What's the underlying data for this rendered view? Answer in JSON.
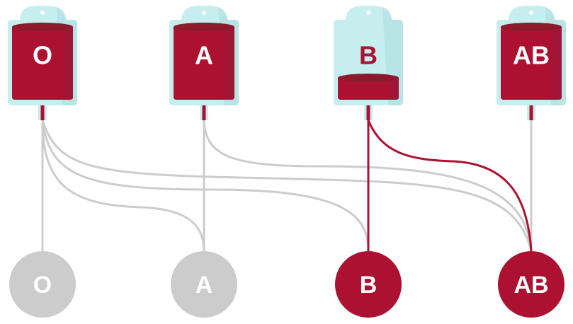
{
  "title": "Blood type compatibility",
  "colors": {
    "blood": "#ad1131",
    "blood_dark": "#8a1a2c",
    "bag": "#c6eeee",
    "bag_shadow": "#b2dfe3",
    "inactive": "#cccccc",
    "line_inactive": "#cccccc",
    "line_active": "#ad1131"
  },
  "donors": [
    {
      "label": "O",
      "fill": 1.0
    },
    {
      "label": "A",
      "fill": 1.0
    },
    {
      "label": "B",
      "fill": 0.3
    },
    {
      "label": "AB",
      "fill": 1.0
    }
  ],
  "recipients": [
    {
      "label": "O",
      "active": false
    },
    {
      "label": "A",
      "active": false
    },
    {
      "label": "B",
      "active": true
    },
    {
      "label": "AB",
      "active": true
    }
  ],
  "connections": [
    {
      "from": "O",
      "to": "O",
      "active": false
    },
    {
      "from": "O",
      "to": "A",
      "active": false
    },
    {
      "from": "O",
      "to": "B",
      "active": false
    },
    {
      "from": "O",
      "to": "AB",
      "active": false
    },
    {
      "from": "A",
      "to": "A",
      "active": false
    },
    {
      "from": "A",
      "to": "AB",
      "active": false
    },
    {
      "from": "B",
      "to": "B",
      "active": true
    },
    {
      "from": "B",
      "to": "AB",
      "active": true
    },
    {
      "from": "AB",
      "to": "AB",
      "active": false
    }
  ]
}
